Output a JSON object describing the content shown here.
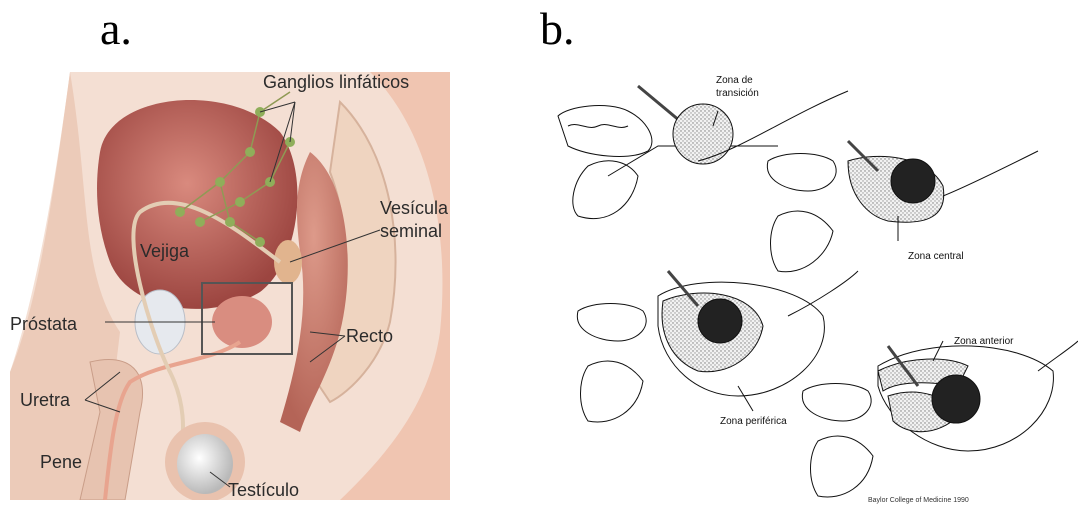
{
  "panels": {
    "a": {
      "letter": "a.",
      "labels": {
        "ganglios": "Ganglios linfáticos",
        "vesicula_1": "Vesícula",
        "vesicula_2": "seminal",
        "vejiga": "Vejiga",
        "prostata": "Próstata",
        "recto": "Recto",
        "uretra": "Uretra",
        "pene": "Pene",
        "testiculo": "Testículo"
      }
    },
    "b": {
      "letter": "b.",
      "labels": {
        "transicion_1": "Zona de",
        "transicion_2": "transición",
        "central": "Zona central",
        "periferica": "Zona periférica",
        "anterior": "Zona anterior",
        "credit": "Baylor College of Medicine 1990"
      }
    }
  },
  "colors": {
    "skin": "#f3d6c6",
    "bladder": "#b4574f",
    "muscle": "#c98074",
    "node": "#8fae5a",
    "stipple": "#c8c8c8"
  }
}
